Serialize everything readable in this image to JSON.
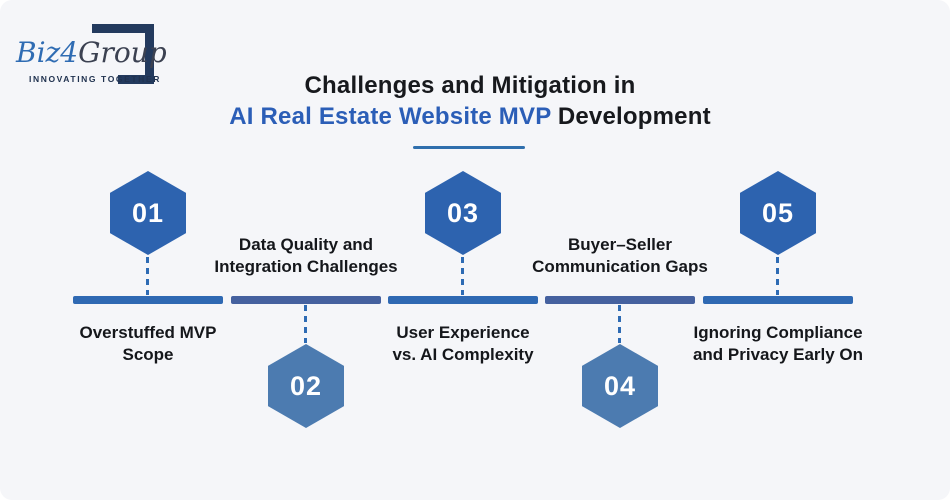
{
  "logo": {
    "brand": {
      "part1": "Biz",
      "part2": "4",
      "part3": "Group"
    },
    "tagline": "INNOVATING TOGETHER"
  },
  "title": {
    "line1": "Challenges and Mitigation in",
    "highlight": "AI Real Estate Website MVP",
    "line2_rest": " Development"
  },
  "colors": {
    "background": "#f5f6f9",
    "title_text": "#17191d",
    "title_highlight": "#2b5eb7",
    "divider_underline": "#2f6fad",
    "hexagon_primary": "#2d63af",
    "hexagon_secondary": "#4c7bb0",
    "bar_primary": "#2f69b3",
    "bar_secondary": "#45619f",
    "label_text": "#15171b",
    "logo_navy": "#233a5e",
    "logo_blue": "#2f6cb3",
    "logo_gray": "#3b4151"
  },
  "items": [
    {
      "number": "01",
      "orientation": "hexagon-top",
      "label_lines": [
        "Overstuffed MVP",
        "Scope"
      ]
    },
    {
      "number": "02",
      "orientation": "hexagon-bottom",
      "label_lines": [
        "Data Quality and",
        "Integration Challenges"
      ]
    },
    {
      "number": "03",
      "orientation": "hexagon-top",
      "label_lines": [
        "User Experience",
        "vs. AI Complexity"
      ]
    },
    {
      "number": "04",
      "orientation": "hexagon-bottom",
      "label_lines": [
        "Buyer–Seller",
        "Communication Gaps"
      ]
    },
    {
      "number": "05",
      "orientation": "hexagon-top",
      "label_lines": [
        "Ignoring Compliance",
        "and Privacy Early On"
      ]
    }
  ]
}
